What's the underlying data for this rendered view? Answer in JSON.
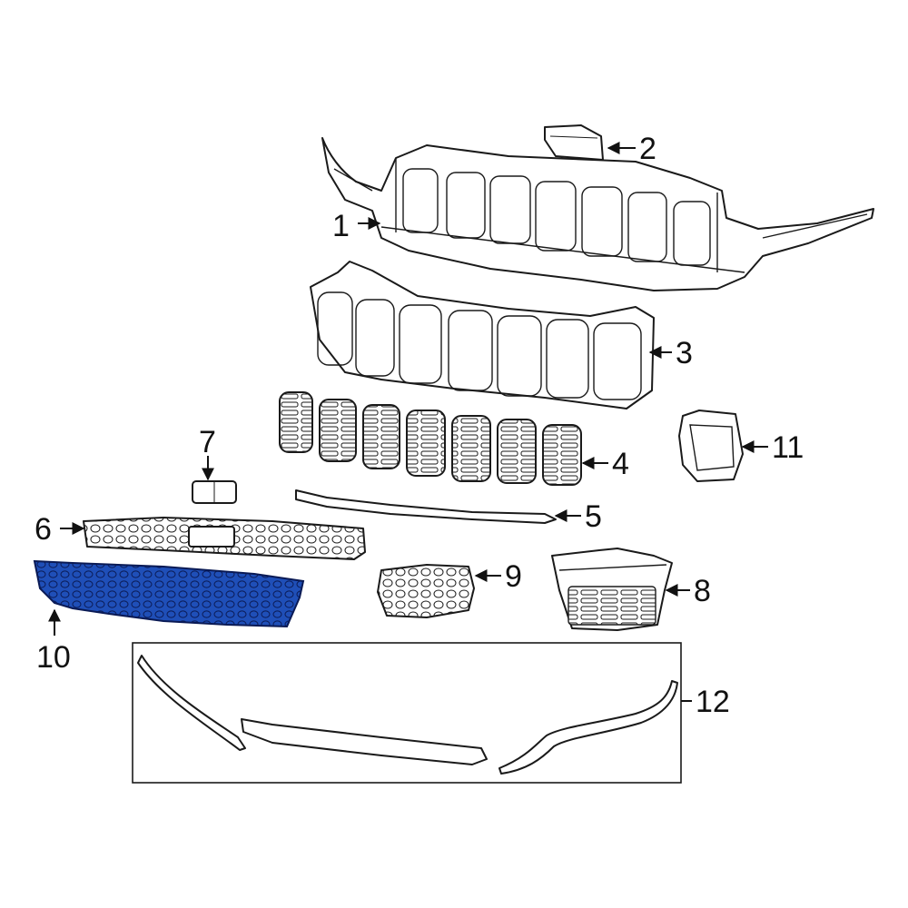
{
  "diagram": {
    "callouts": [
      {
        "id": "1",
        "label": "1"
      },
      {
        "id": "2",
        "label": "2"
      },
      {
        "id": "3",
        "label": "3"
      },
      {
        "id": "4",
        "label": "4"
      },
      {
        "id": "5",
        "label": "5"
      },
      {
        "id": "6",
        "label": "6"
      },
      {
        "id": "7",
        "label": "7"
      },
      {
        "id": "8",
        "label": "8"
      },
      {
        "id": "9",
        "label": "9"
      },
      {
        "id": "10",
        "label": "10"
      },
      {
        "id": "11",
        "label": "11"
      },
      {
        "id": "12",
        "label": "12"
      }
    ],
    "highlighted_part": "10",
    "colors": {
      "highlight": "#1f4fb8",
      "line": "#1a1a1a"
    }
  }
}
